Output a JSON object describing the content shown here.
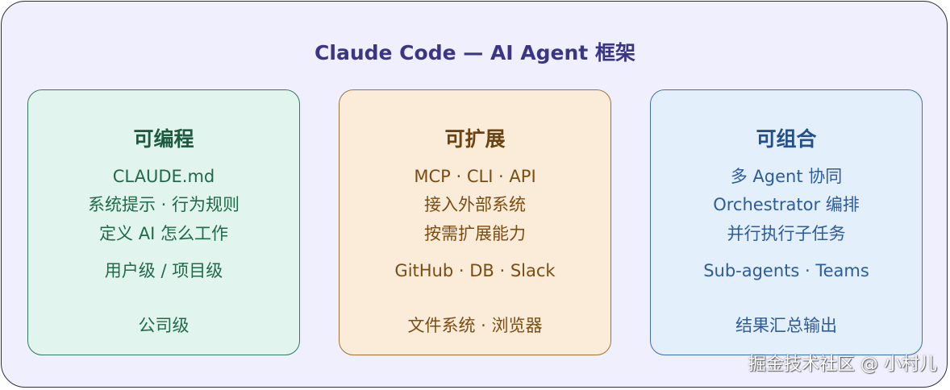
{
  "title": "Claude Code — AI Agent 框架",
  "colors": {
    "background": "#f0effd",
    "title": "#3b3585",
    "card1_bg": "#e2f4ee",
    "card1_border": "#2f7a5a",
    "card1_text": "#1e6a49",
    "card2_bg": "#faecd9",
    "card2_border": "#a0723a",
    "card2_text": "#7a4c12",
    "card3_bg": "#e4effc",
    "card3_border": "#3f6fb0",
    "card3_text": "#2d5c9c"
  },
  "cards": [
    {
      "title": "可编程",
      "lines": [
        "CLAUDE.md",
        "系统提示 · 行为规则",
        "定义 AI 怎么工作",
        "用户级 / 项目级",
        "公司级"
      ]
    },
    {
      "title": "可扩展",
      "lines": [
        "MCP · CLI · API",
        "接入外部系统",
        "按需扩展能力",
        "GitHub · DB · Slack",
        "文件系统 · 浏览器"
      ]
    },
    {
      "title": "可组合",
      "lines": [
        "多 Agent 协同",
        "Orchestrator 编排",
        "并行执行子任务",
        "Sub-agents · Teams",
        "结果汇总输出"
      ]
    }
  ],
  "watermark": "掘金技术社区 @ 小村儿"
}
